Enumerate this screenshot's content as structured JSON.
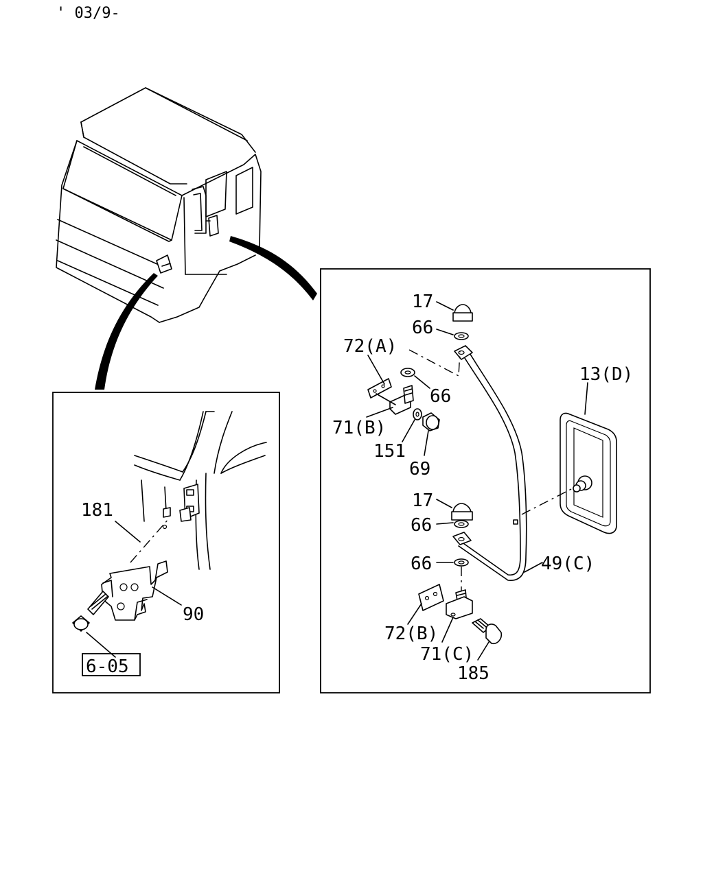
{
  "header": {
    "date_code": "' 03/9-"
  },
  "labels": {
    "p17_top": "17",
    "p66_a": "66",
    "p72a": "72(A)",
    "p66_b": "66",
    "p13d": "13(D)",
    "p71b": "71(B)",
    "p151": "151",
    "p69": "69",
    "p17_mid": "17",
    "p66_c": "66",
    "p49c": "49(C)",
    "p66_d": "66",
    "p72b": "72(B)",
    "p71c": "71(C)",
    "p185": "185",
    "p181": "181",
    "p90": "90",
    "ref_605": "6-05"
  },
  "icons": {
    "cab": "truck-cab-outline",
    "mirror": "rectangular-mirror",
    "stay": "mirror-stay-rod"
  }
}
